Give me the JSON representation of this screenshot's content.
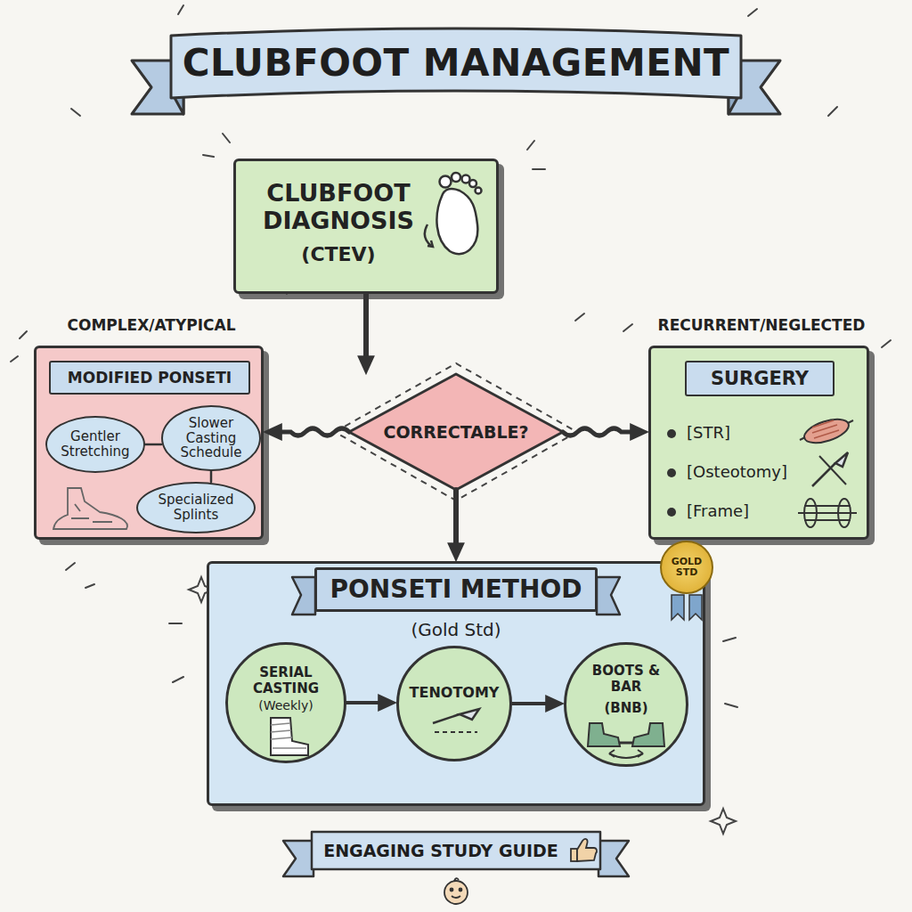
{
  "diagram": {
    "title": "CLUBFOOT MANAGEMENT",
    "caption": "ENGAGING STUDY GUIDE",
    "nodes": [
      {
        "text": [
          "CLUBFOOT DIAGNOSIS",
          "(CTEV)"
        ]
      },
      {
        "text": [
          "COMPLEX/ATYPICAL",
          "MODIFIED PONSETI"
        ]
      },
      {
        "text": [
          "Gentler Stretching"
        ],
        "in": 1
      },
      {
        "text": [
          "Slower Casting Schedule"
        ],
        "in": 1
      },
      {
        "text": [
          "Specialized Splints"
        ],
        "in": 1
      },
      {
        "text": [
          "CORRECTABLE?"
        ]
      },
      {
        "text": [
          "RECURRENT/NEGLECTED",
          "SURGERY",
          "[STR]",
          "[Osteotomy]",
          "[Frame]"
        ]
      },
      {
        "text": [
          "PONSETI METHOD",
          "(Gold Std)"
        ]
      },
      {
        "text": [
          "GOLD STD"
        ],
        "in": 7
      },
      {
        "text": [
          "SERIAL CASTING",
          "(Weekly)"
        ],
        "in": 7
      },
      {
        "text": [
          "TENOTOMY"
        ],
        "in": 7
      },
      {
        "text": [
          "BOOTS & BAR",
          "(BNB)"
        ],
        "in": 7
      }
    ],
    "edges": [
      {
        "from": 0,
        "to": 5,
        "arrow": "to"
      },
      {
        "from": 5,
        "to": 1,
        "arrow": "to"
      },
      {
        "from": 5,
        "to": 6,
        "arrow": "to"
      },
      {
        "from": 5,
        "to": 7,
        "arrow": "to"
      },
      {
        "from": 2,
        "to": 3,
        "arrow": "none"
      },
      {
        "from": 3,
        "to": 4,
        "arrow": "none"
      },
      {
        "from": 9,
        "to": 10,
        "arrow": "to"
      },
      {
        "from": 10,
        "to": 11,
        "arrow": "to"
      }
    ]
  }
}
